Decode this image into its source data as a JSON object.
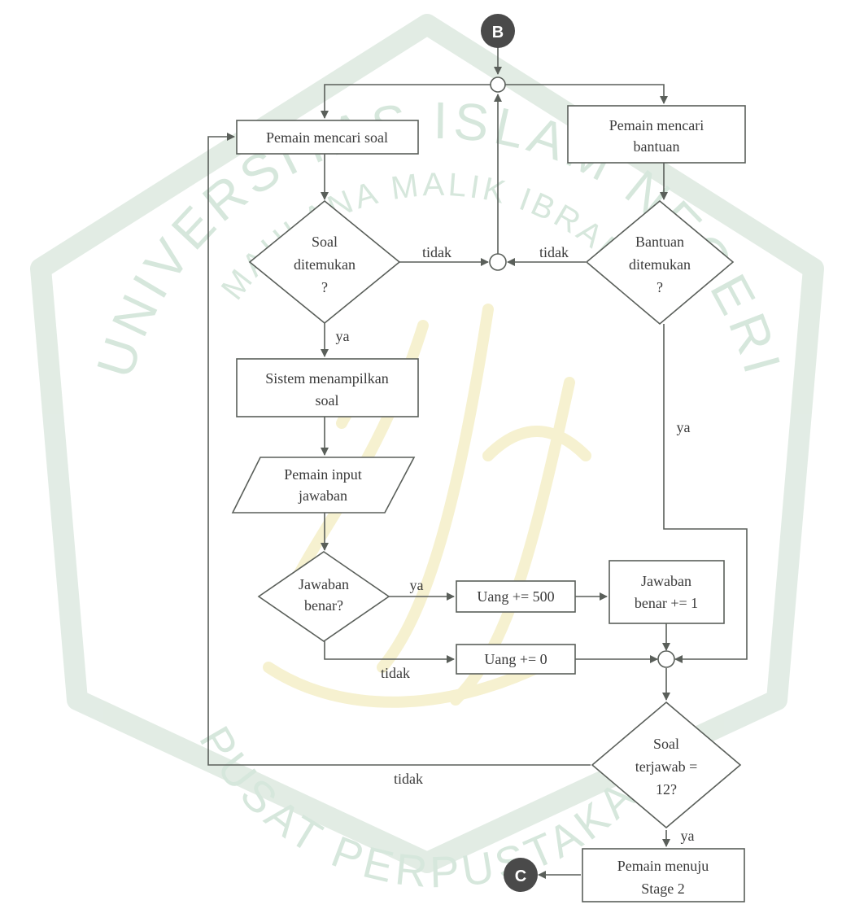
{
  "connectors": {
    "start": "B",
    "end": "C"
  },
  "nodes": {
    "pemain_mencari_soal": [
      "Pemain mencari soal"
    ],
    "pemain_mencari_bantuan": [
      "Pemain mencari",
      "bantuan"
    ],
    "soal_ditemukan": [
      "Soal",
      "ditemukan",
      "?"
    ],
    "bantuan_ditemukan": [
      "Bantuan",
      "ditemukan",
      "?"
    ],
    "sistem_menampilkan_soal": [
      "Sistem menampilkan",
      "soal"
    ],
    "pemain_input_jawaban": [
      "Pemain input",
      "jawaban"
    ],
    "jawaban_benar": [
      "Jawaban",
      "benar?"
    ],
    "uang_500": [
      "Uang += 500"
    ],
    "uang_0": [
      "Uang += 0"
    ],
    "jawaban_benar_count": [
      "Jawaban",
      "benar += 1"
    ],
    "soal_terjawab": [
      "Soal",
      "terjawab =",
      "12?"
    ],
    "pemain_menuju_stage2": [
      "Pemain menuju",
      "Stage 2"
    ]
  },
  "edge_labels": {
    "soal_tidak": "tidak",
    "bantuan_tidak": "tidak",
    "soal_ya": "ya",
    "bantuan_ya": "ya",
    "jawaban_ya": "ya",
    "jawaban_tidak": "tidak",
    "terjawab_tidak": "tidak",
    "terjawab_ya": "ya"
  },
  "watermark": {
    "top_arc": "UNIVERSITAS ISLAM NEGERI",
    "inner_arc": "MAULANA MALIK IBRAHIM",
    "bottom_arc": "PUSAT PERPUSTAKAAN",
    "color": "#cfe3d6",
    "calligraphy_color": "#f5efc8"
  }
}
